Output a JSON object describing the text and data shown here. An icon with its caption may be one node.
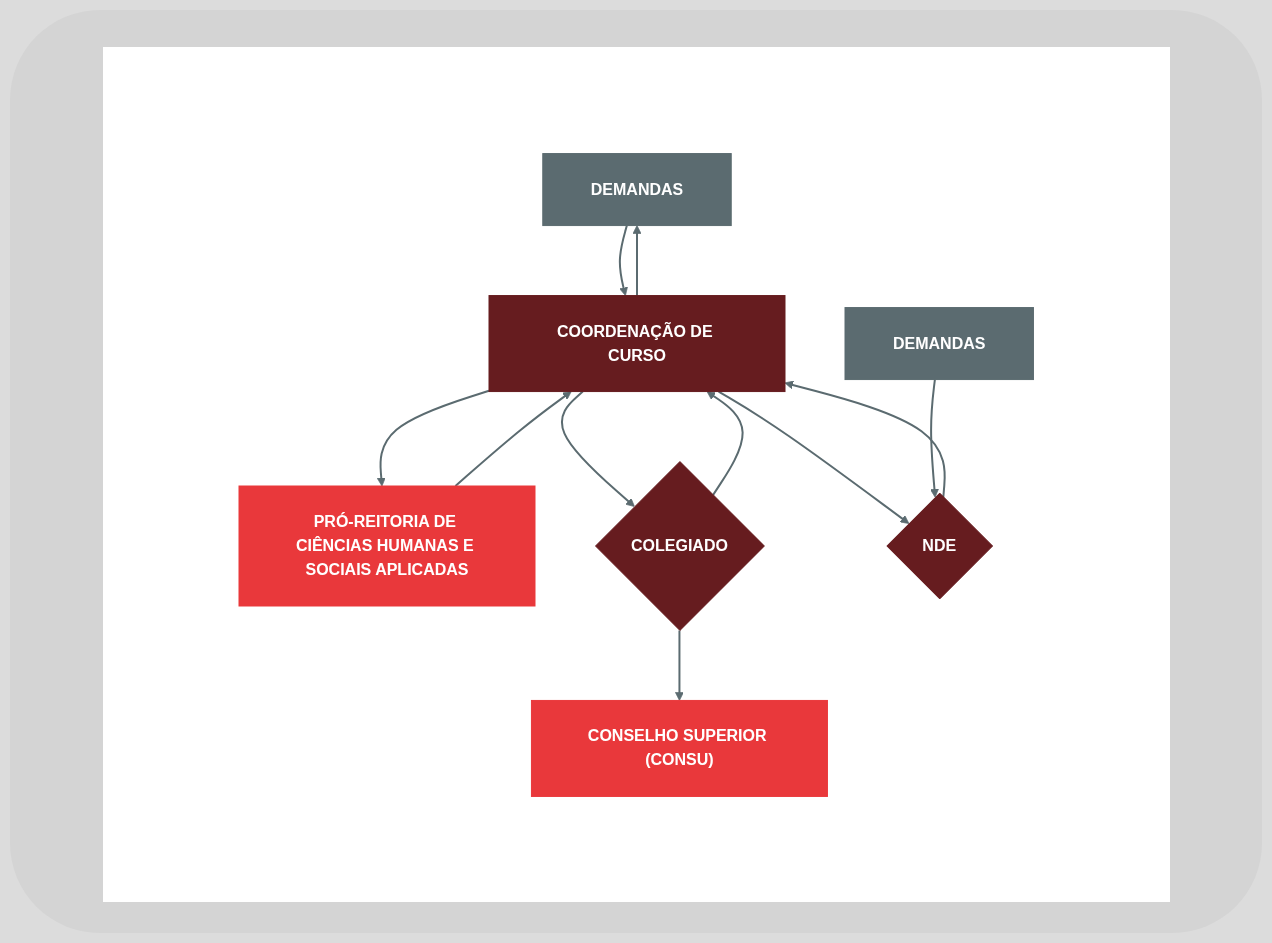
{
  "diagram": {
    "nodes": [
      {
        "text": [
          "DEMANDAS"
        ]
      },
      {
        "text": [
          "COORDENAÇÃO DE CURSO"
        ]
      },
      {
        "text": [
          "PRÓ-REITORIA DE CIÊNCIAS HUMANAS E SOCIAIS APLICADAS"
        ]
      },
      {
        "text": [
          "COLEGIADO"
        ]
      },
      {
        "text": [
          "NDE"
        ]
      },
      {
        "text": [
          "DEMANDAS"
        ]
      },
      {
        "text": [
          "CONSELHO SUPERIOR (CONSU)"
        ]
      }
    ],
    "edges": [
      {
        "from": 1,
        "to": 0,
        "arrow": "to"
      },
      {
        "from": 0,
        "to": 1,
        "arrow": "to"
      },
      {
        "from": 1,
        "to": 2,
        "arrow": "to"
      },
      {
        "from": 2,
        "to": 1,
        "arrow": "to"
      },
      {
        "from": 1,
        "to": 3,
        "arrow": "to"
      },
      {
        "from": 3,
        "to": 1,
        "arrow": "to"
      },
      {
        "from": 4,
        "to": 1,
        "arrow": "to"
      },
      {
        "from": 1,
        "to": 4,
        "arrow": "to"
      },
      {
        "from": 5,
        "to": 4,
        "arrow": "to"
      },
      {
        "from": 3,
        "to": 6,
        "arrow": "to"
      }
    ]
  }
}
